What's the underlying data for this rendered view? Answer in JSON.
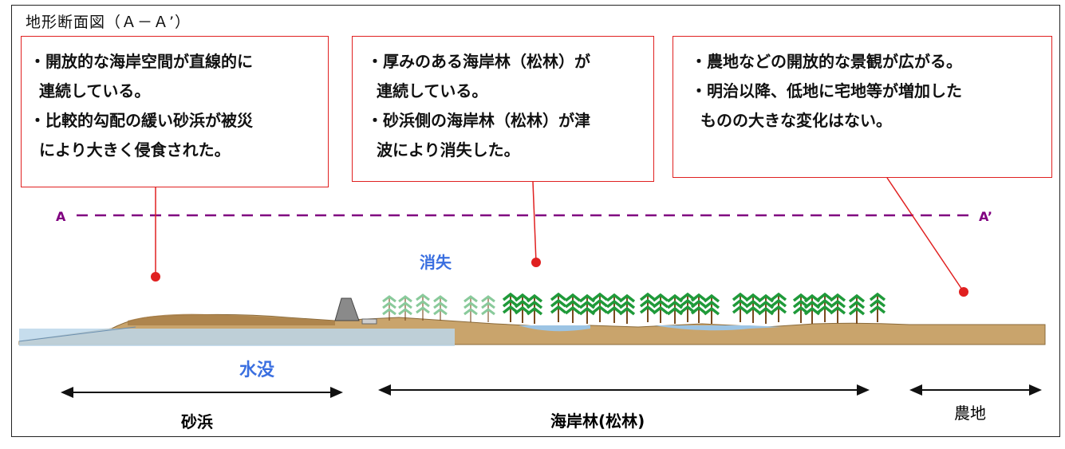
{
  "title": "地形断面図（Ａ－Ａ’）",
  "callouts": [
    {
      "lines": [
        "・開放的な海岸空間が直線的に",
        "連続している。",
        "・比較的勾配の緩い砂浜が被災",
        "により大きく侵食された。"
      ]
    },
    {
      "lines": [
        "・厚みのある海岸林（松林）が",
        "連続している。",
        "・砂浜側の海岸林（松林）が津",
        "波により消失した。"
      ]
    },
    {
      "lines": [
        "・農地などの開放的な景観が広がる。",
        "・明治以降、低地に宅地等が増加した",
        "ものの大きな変化はない。"
      ]
    }
  ],
  "section_line": {
    "start_label": "A",
    "end_label": "A’",
    "color": "#800080"
  },
  "labels": {
    "lost": "消失",
    "submerged": "水没"
  },
  "zones": [
    {
      "label": "砂浜"
    },
    {
      "label": "海岸林(松林)"
    },
    {
      "label": "農地"
    }
  ],
  "colors": {
    "callout_border": "#e02020",
    "label_blue": "#3a6fe0",
    "sand": "#c8a26a",
    "water": "#bcd7ea",
    "tree": "#1f9a3a",
    "trunk": "#7a4a1e"
  }
}
